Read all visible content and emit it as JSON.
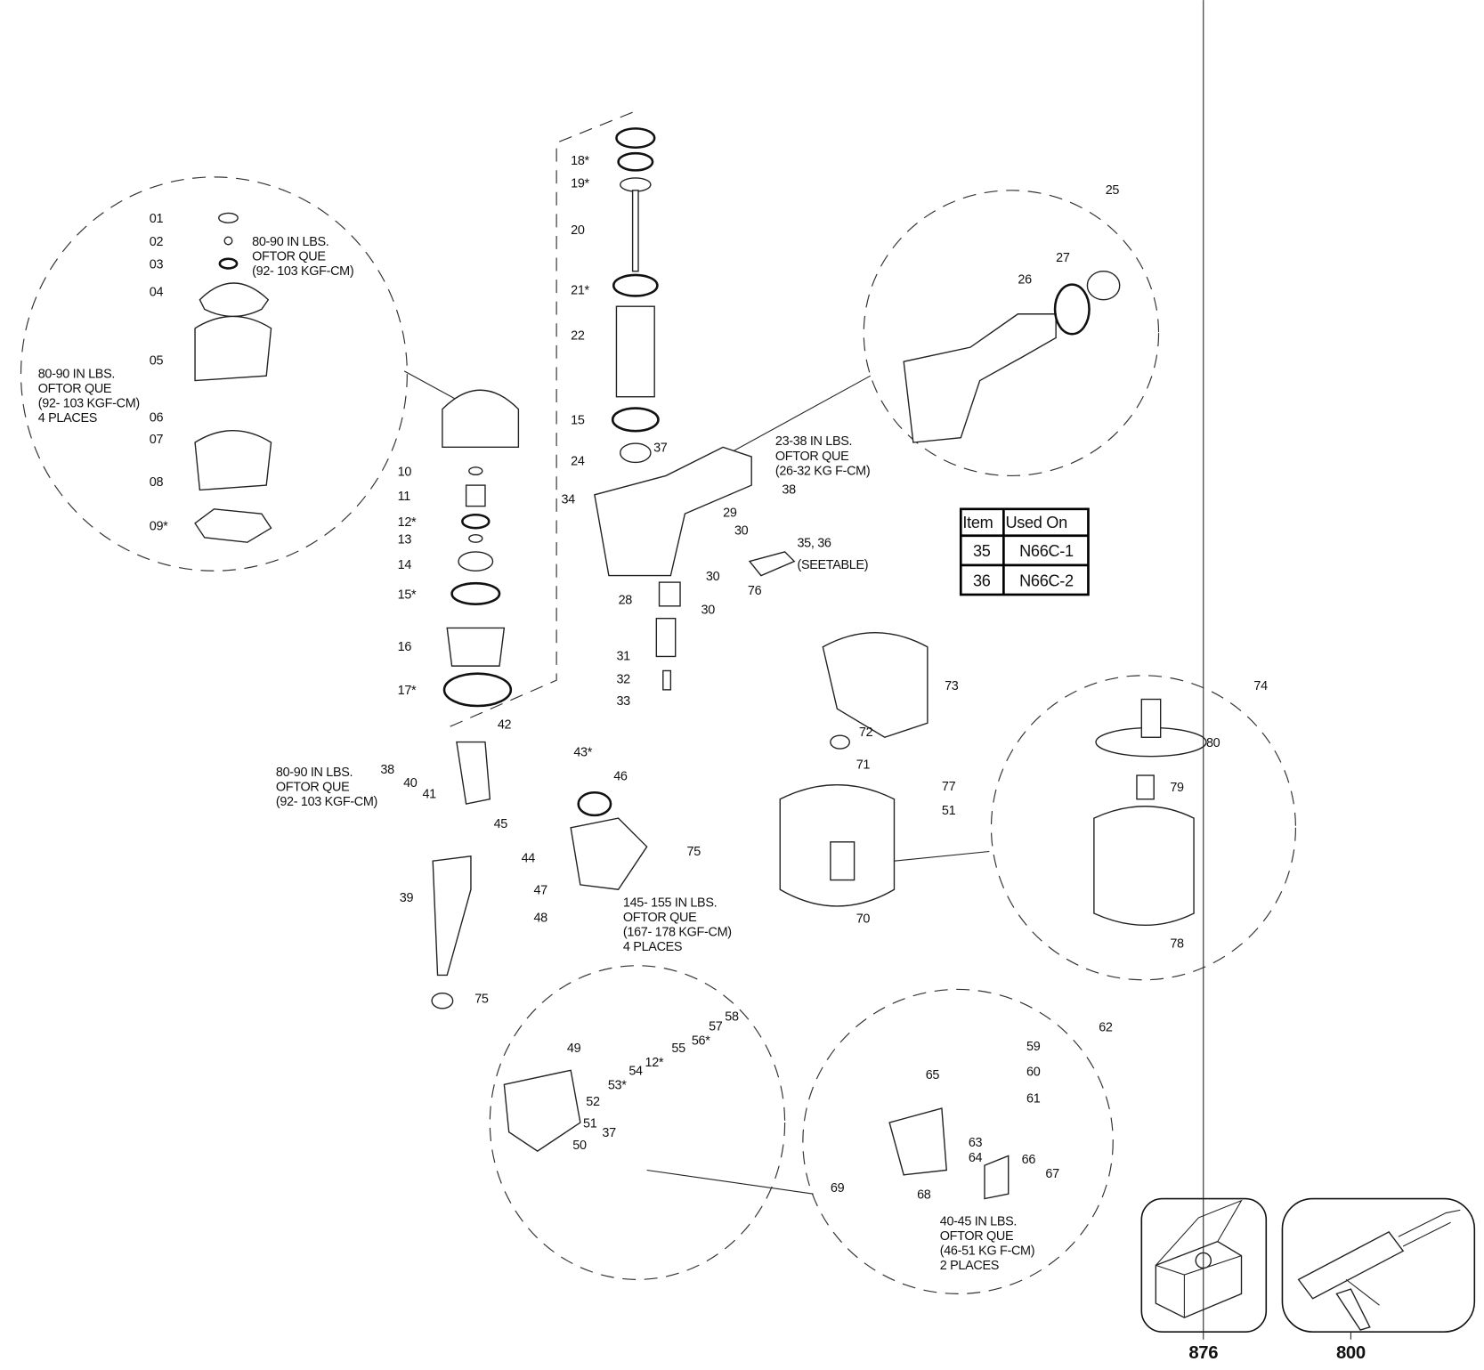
{
  "callouts": [
    "01",
    "02",
    "03",
    "04",
    "05",
    "06",
    "07",
    "08",
    "09*",
    "10",
    "11",
    "12*",
    "13",
    "14",
    "15*",
    "16",
    "17*",
    "18*",
    "19*",
    "20",
    "21*",
    "22",
    "15",
    "24",
    "37",
    "34",
    "38",
    "29",
    "30",
    "30",
    "30",
    "35, 36",
    "(SEETABLE)",
    "76",
    "28",
    "31",
    "32",
    "33",
    "25",
    "27",
    "26",
    "73",
    "72",
    "71",
    "77",
    "51",
    "75",
    "70",
    "74",
    "80",
    "79",
    "78",
    "42",
    "38",
    "40",
    "41",
    "43*",
    "46",
    "45",
    "44",
    "47",
    "48",
    "39",
    "75",
    "58",
    "57",
    "56*",
    "55",
    "12*",
    "54",
    "53*",
    "49",
    "52",
    "51",
    "37",
    "50",
    "62",
    "59",
    "60",
    "61",
    "65",
    "63",
    "64",
    "66",
    "67",
    "68",
    "69"
  ],
  "torque_notes": [
    [
      "80-90 IN LBS.",
      "OFTOR QUE",
      "(92- 103 KGF-CM)"
    ],
    [
      "80-90 IN LBS.",
      "OFTOR QUE",
      "(92- 103 KGF-CM)",
      "4 PLACES"
    ],
    [
      "23-38 IN LBS.",
      "OFTOR  QUE",
      "(26-32 KG  F-CM)"
    ],
    [
      "80-90 IN LBS.",
      "OFTOR  QUE",
      "(92- 103 KGF-CM)"
    ],
    [
      "145- 155 IN LBS.",
      "OFTOR  QUE",
      "(167- 178 KGF-CM)",
      "4 PLACES"
    ],
    [
      "40-45 IN LBS.",
      "OFTOR  QUE",
      "(46-51 KG  F-CM)",
      "2 PLACES"
    ]
  ],
  "usage_table": {
    "headers": [
      "Item",
      "Used On"
    ],
    "rows": [
      [
        "35",
        "N66C-1"
      ],
      [
        "36",
        "N66C-2"
      ]
    ]
  },
  "accessories": [
    {
      "number": "876",
      "icon": "kit-box-icon"
    },
    {
      "number": "800",
      "icon": "grease-gun-icon"
    }
  ]
}
